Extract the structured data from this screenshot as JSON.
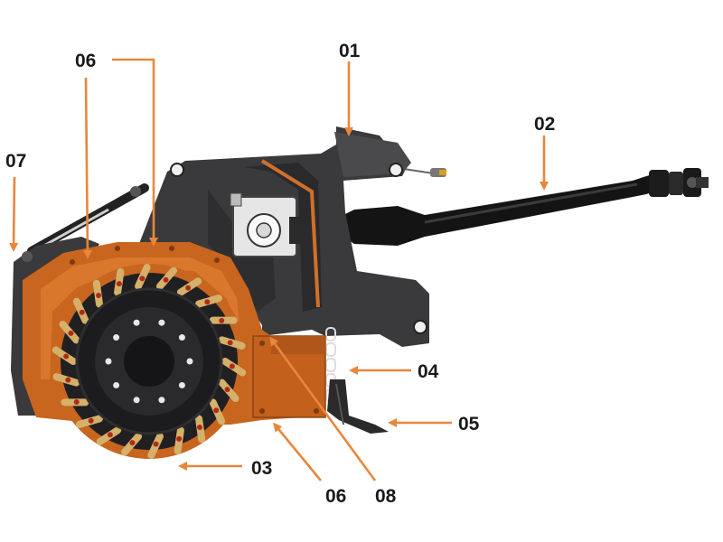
{
  "callouts": [
    {
      "id": "01",
      "text": "01"
    },
    {
      "id": "02",
      "text": "02"
    },
    {
      "id": "03",
      "text": "03"
    },
    {
      "id": "04",
      "text": "04"
    },
    {
      "id": "05",
      "text": "05"
    },
    {
      "id": "06a",
      "text": "06"
    },
    {
      "id": "06b",
      "text": "06"
    },
    {
      "id": "07",
      "text": "07"
    },
    {
      "id": "08",
      "text": "08"
    }
  ],
  "colors": {
    "frame": "#3a3a3c",
    "frame_dark": "#1f1f20",
    "housing_orange": "#c8651f",
    "housing_light": "#d9782d",
    "arrow": "#e8873c",
    "shaft": "#141414",
    "rotor": "#202022",
    "tooth": "#d4b06a",
    "tooth_red": "#b02a1a"
  },
  "icons": [
    "forestry-mulcher-machine"
  ]
}
